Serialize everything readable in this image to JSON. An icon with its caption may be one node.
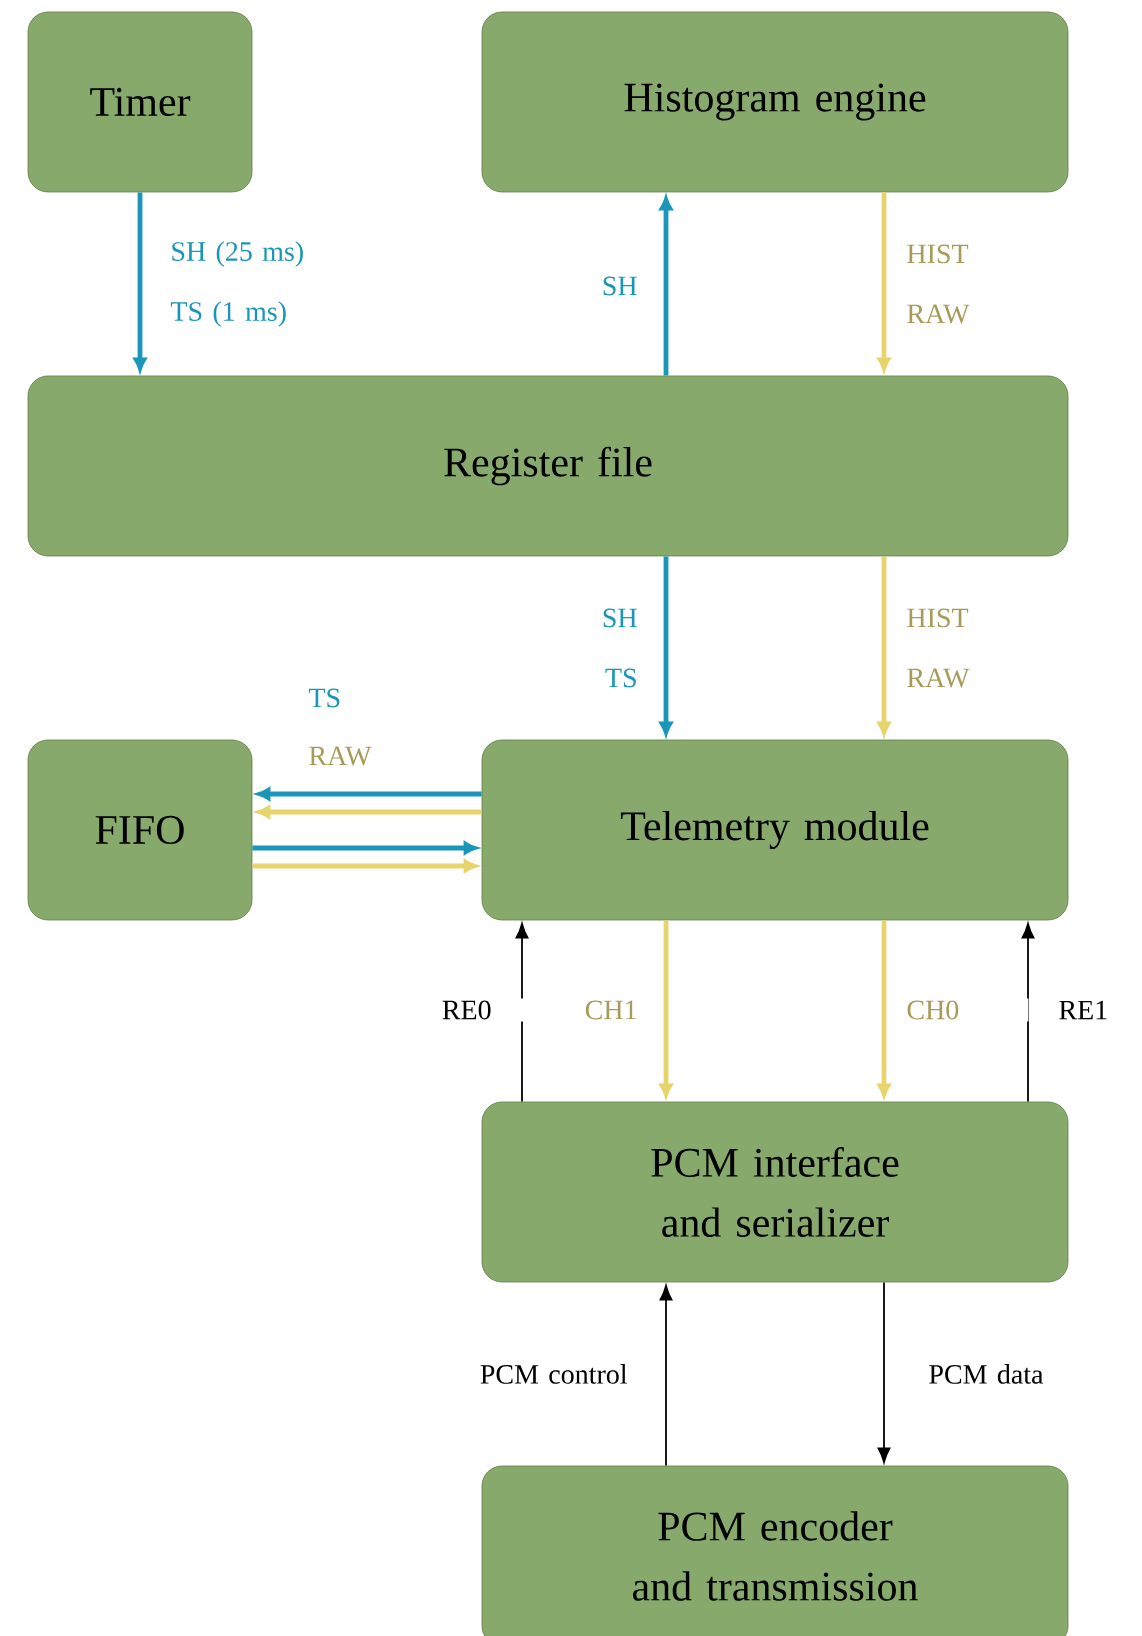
{
  "diagram": {
    "nodes": [
      {
        "text": [
          "Timer"
        ]
      },
      {
        "text": [
          "Histogram engine"
        ]
      },
      {
        "text": [
          "Register file"
        ]
      },
      {
        "text": [
          "FIFO"
        ]
      },
      {
        "text": [
          "Telemetry module"
        ]
      },
      {
        "text": [
          "PCM interface and serializer"
        ]
      },
      {
        "text": [
          "PCM encoder and transmission"
        ]
      }
    ],
    "edges": [
      {
        "from": 0,
        "to": 2,
        "arrow": "to",
        "label": "SH (25 ms) TS (1 ms)",
        "color": "#1a96b8"
      },
      {
        "from": 2,
        "to": 1,
        "arrow": "to",
        "label": "SH",
        "color": "#1a96b8"
      },
      {
        "from": 1,
        "to": 2,
        "arrow": "to",
        "label": "HIST RAW",
        "color": "#e8d46c"
      },
      {
        "from": 2,
        "to": 4,
        "arrow": "to",
        "label": "SH TS",
        "color": "#1a96b8"
      },
      {
        "from": 2,
        "to": 4,
        "arrow": "to",
        "label": "HIST RAW",
        "color": "#e8d46c"
      },
      {
        "from": 4,
        "to": 3,
        "arrow": "to",
        "label": "TS",
        "color": "#1a96b8"
      },
      {
        "from": 4,
        "to": 3,
        "arrow": "to",
        "label": "RAW",
        "color": "#e8d46c"
      },
      {
        "from": 3,
        "to": 4,
        "arrow": "to",
        "color": "#1a96b8"
      },
      {
        "from": 3,
        "to": 4,
        "arrow": "to",
        "color": "#e8d46c"
      },
      {
        "from": 5,
        "to": 4,
        "arrow": "to",
        "label": "RE0",
        "color": "#000000"
      },
      {
        "from": 4,
        "to": 5,
        "arrow": "to",
        "label": "CH1",
        "color": "#e8d46c"
      },
      {
        "from": 4,
        "to": 5,
        "arrow": "to",
        "label": "CH0",
        "color": "#e8d46c"
      },
      {
        "from": 5,
        "to": 4,
        "arrow": "to",
        "label": "RE1",
        "color": "#000000"
      },
      {
        "from": 6,
        "to": 5,
        "arrow": "to",
        "label": "PCM control",
        "color": "#000000"
      },
      {
        "from": 5,
        "to": 6,
        "arrow": "to",
        "label": "PCM data",
        "color": "#000000"
      }
    ]
  }
}
